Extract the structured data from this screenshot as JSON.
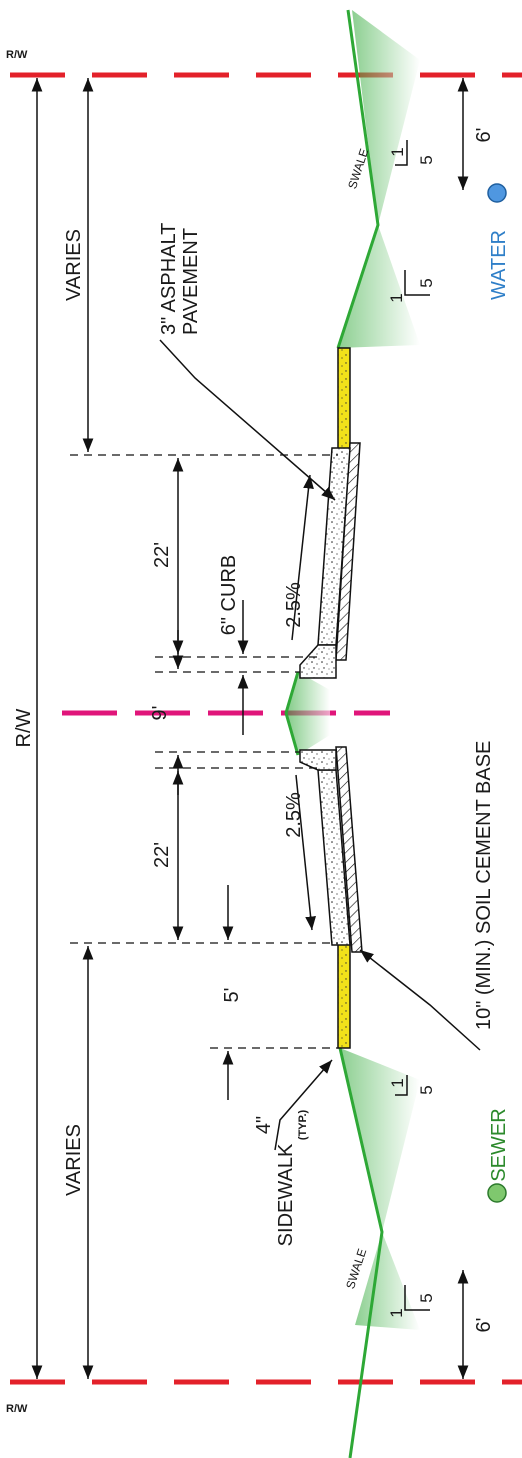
{
  "labels": {
    "rw_top": "R/W",
    "rw_bottom": "R/W",
    "rw_total": "R/W",
    "varies_top": "VARIES",
    "varies_bottom": "VARIES",
    "dim_22_top": "22'",
    "dim_22_bottom": "22'",
    "dim_9": "9'",
    "dim_5": "5'",
    "dim_6_top": "6'",
    "dim_6_bottom": "6'",
    "curb": "6\" CURB",
    "asphalt_line1": "3\" ASPHALT",
    "asphalt_line2": "PAVEMENT",
    "base": "10\" (MIN.) SOIL CEMENT BASE",
    "sidewalk_thick": "4\"",
    "sidewalk": "SIDEWALK",
    "sidewalk_typ": "(TYP.)",
    "slope_top": "2.5%",
    "slope_bottom": "2.5%",
    "swale_top": "SWALE",
    "swale_bottom": "SWALE",
    "water": "WATER",
    "sewer": "SEWER",
    "ratio_1": "1",
    "ratio_5": "5"
  },
  "colors": {
    "rw_line": "#e3212a",
    "centerline": "#e0157a",
    "ground": "#2ea836",
    "sidewalk": "#f2e21a",
    "water": "#2f7fc8",
    "sewer": "#2c8a2c"
  },
  "icons": {
    "water": "water-circle-icon",
    "sewer": "sewer-circle-icon"
  }
}
